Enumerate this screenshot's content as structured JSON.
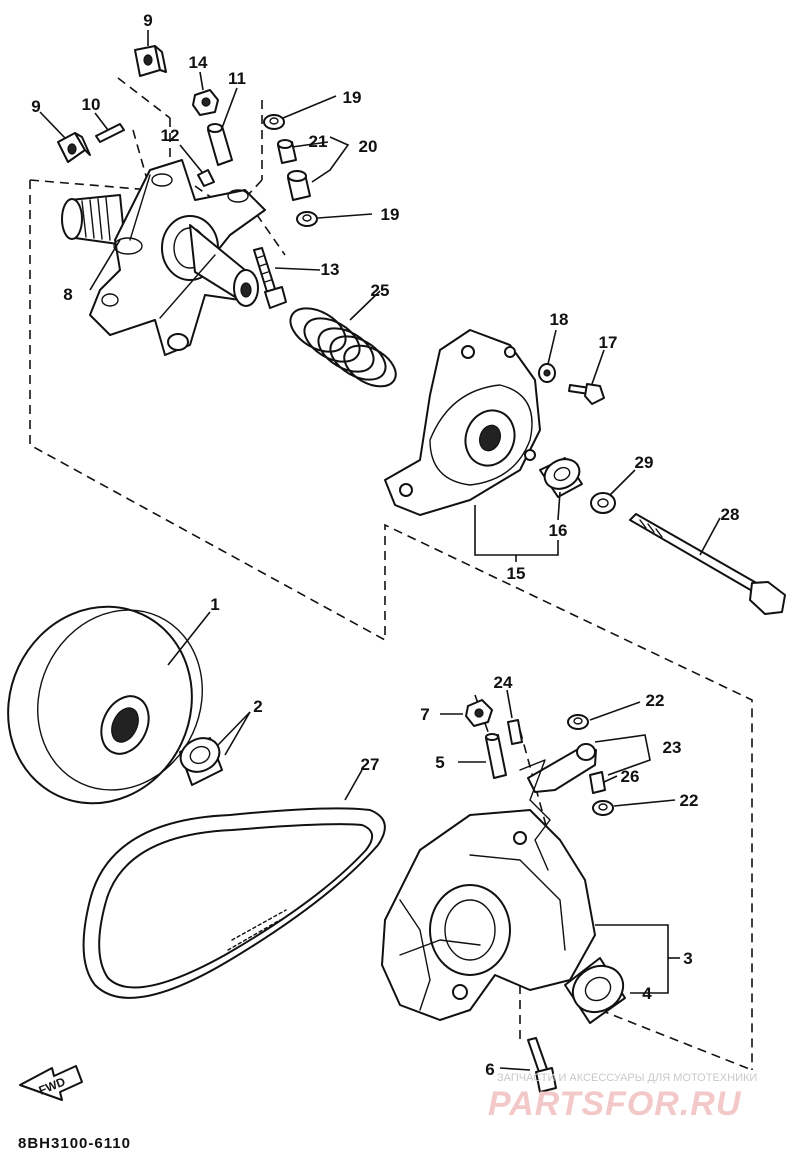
{
  "callouts": [
    {
      "id": "c1",
      "text": "1"
    },
    {
      "id": "c2",
      "text": "2"
    },
    {
      "id": "c3",
      "text": "3"
    },
    {
      "id": "c4",
      "text": "4"
    },
    {
      "id": "c5",
      "text": "5"
    },
    {
      "id": "c6",
      "text": "6"
    },
    {
      "id": "c7",
      "text": "7"
    },
    {
      "id": "c8",
      "text": "8"
    },
    {
      "id": "c9a",
      "text": "9"
    },
    {
      "id": "c9b",
      "text": "9"
    },
    {
      "id": "c10",
      "text": "10"
    },
    {
      "id": "c11",
      "text": "11"
    },
    {
      "id": "c12",
      "text": "12"
    },
    {
      "id": "c13",
      "text": "13"
    },
    {
      "id": "c14",
      "text": "14"
    },
    {
      "id": "c15",
      "text": "15"
    },
    {
      "id": "c16",
      "text": "16"
    },
    {
      "id": "c17",
      "text": "17"
    },
    {
      "id": "c18",
      "text": "18"
    },
    {
      "id": "c19a",
      "text": "19"
    },
    {
      "id": "c19b",
      "text": "19"
    },
    {
      "id": "c20",
      "text": "20"
    },
    {
      "id": "c21",
      "text": "21"
    },
    {
      "id": "c22a",
      "text": "22"
    },
    {
      "id": "c22b",
      "text": "22"
    },
    {
      "id": "c23",
      "text": "23"
    },
    {
      "id": "c24",
      "text": "24"
    },
    {
      "id": "c25",
      "text": "25"
    },
    {
      "id": "c26",
      "text": "26"
    },
    {
      "id": "c27",
      "text": "27"
    },
    {
      "id": "c28",
      "text": "28"
    },
    {
      "id": "c29",
      "text": "29"
    }
  ],
  "diagram_code": "8BH3100-6110",
  "fwd_label": "FWD",
  "watermark": {
    "tagline": "ЗАПЧАСТИ И АКСЕССУАРЫ ДЛЯ МОТОТЕХНИКИ",
    "logo": "PARTSFOR.RU"
  }
}
